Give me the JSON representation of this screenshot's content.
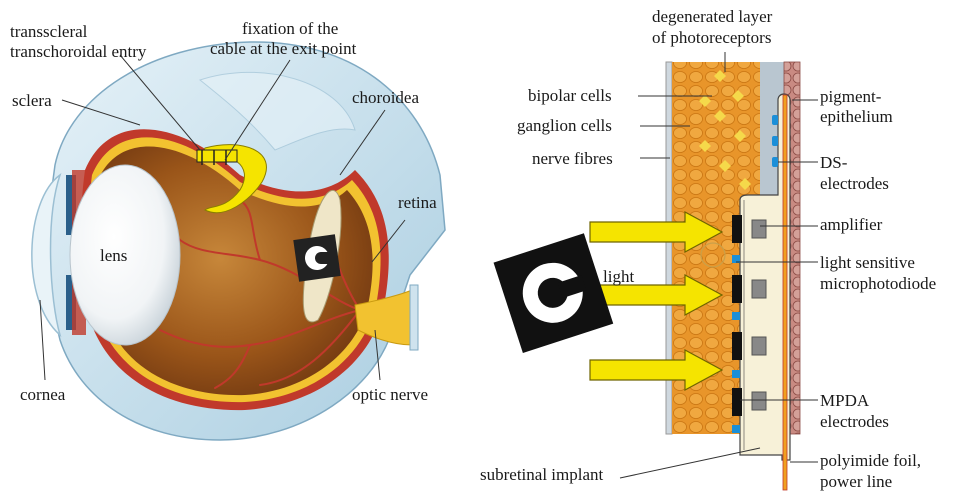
{
  "labels": {
    "transscleral_l1": "transscleral",
    "transscleral_l2": "transchoroidal entry",
    "fixation_l1": "fixation of the",
    "fixation_l2": "cable at the exit point",
    "sclera": "sclera",
    "choroidea": "choroidea",
    "retina": "retina",
    "lens": "lens",
    "cornea": "cornea",
    "optic_nerve": "optic nerve",
    "degenerated_l1": "degenerated layer",
    "degenerated_l2": "of photoreceptors",
    "bipolar": "bipolar cells",
    "ganglion": "ganglion cells",
    "nerve_fibres": "nerve fibres",
    "pigment_l1": "pigment-",
    "pigment_l2": "epithelium",
    "ds_l1": "DS-",
    "ds_l2": "electrodes",
    "amplifier": "amplifier",
    "light_sensitive_l1": "light sensitive",
    "light_sensitive_l2": "microphotodiode",
    "light": "light",
    "mpda_l1": "MPDA",
    "mpda_l2": "electrodes",
    "subretinal": "subretinal implant",
    "polyimide_l1": "polyimide foil,",
    "polyimide_l2": "power line"
  },
  "colors": {
    "sclera": "#bfdcea",
    "choroid": "#c0392b",
    "retina": "#f2c230",
    "interior": "#8b4513",
    "retina_layer": "#e8952a",
    "implant": "#f7f1d8",
    "arrow": "#f5e400",
    "electrode": "#1b8fd8"
  }
}
